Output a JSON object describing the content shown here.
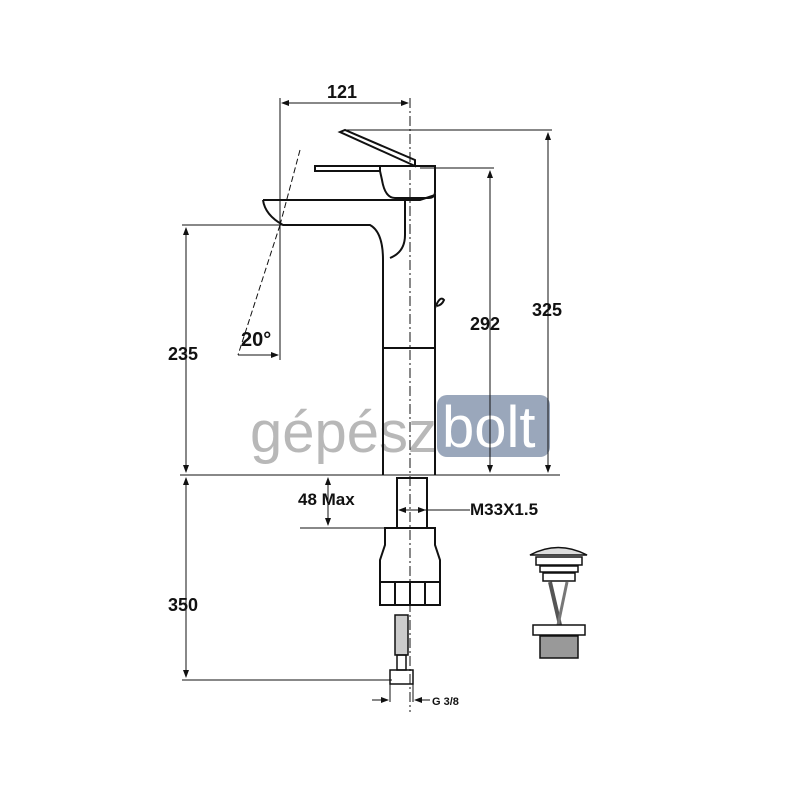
{
  "dimensions": {
    "spout_reach": "121",
    "total_height": "325",
    "spout_top_height": "292",
    "spout_outlet_height": "235",
    "spout_angle": "20°",
    "max_counter_thickness": "48 Max",
    "thread": "M33X1.5",
    "hose_length": "350",
    "hose_connection": "G 3/8"
  },
  "watermark": {
    "part1": "gépész",
    "part2": "bolt",
    "part1_color": "#b8b8b8",
    "part2_bg": "#9aa7bb"
  }
}
